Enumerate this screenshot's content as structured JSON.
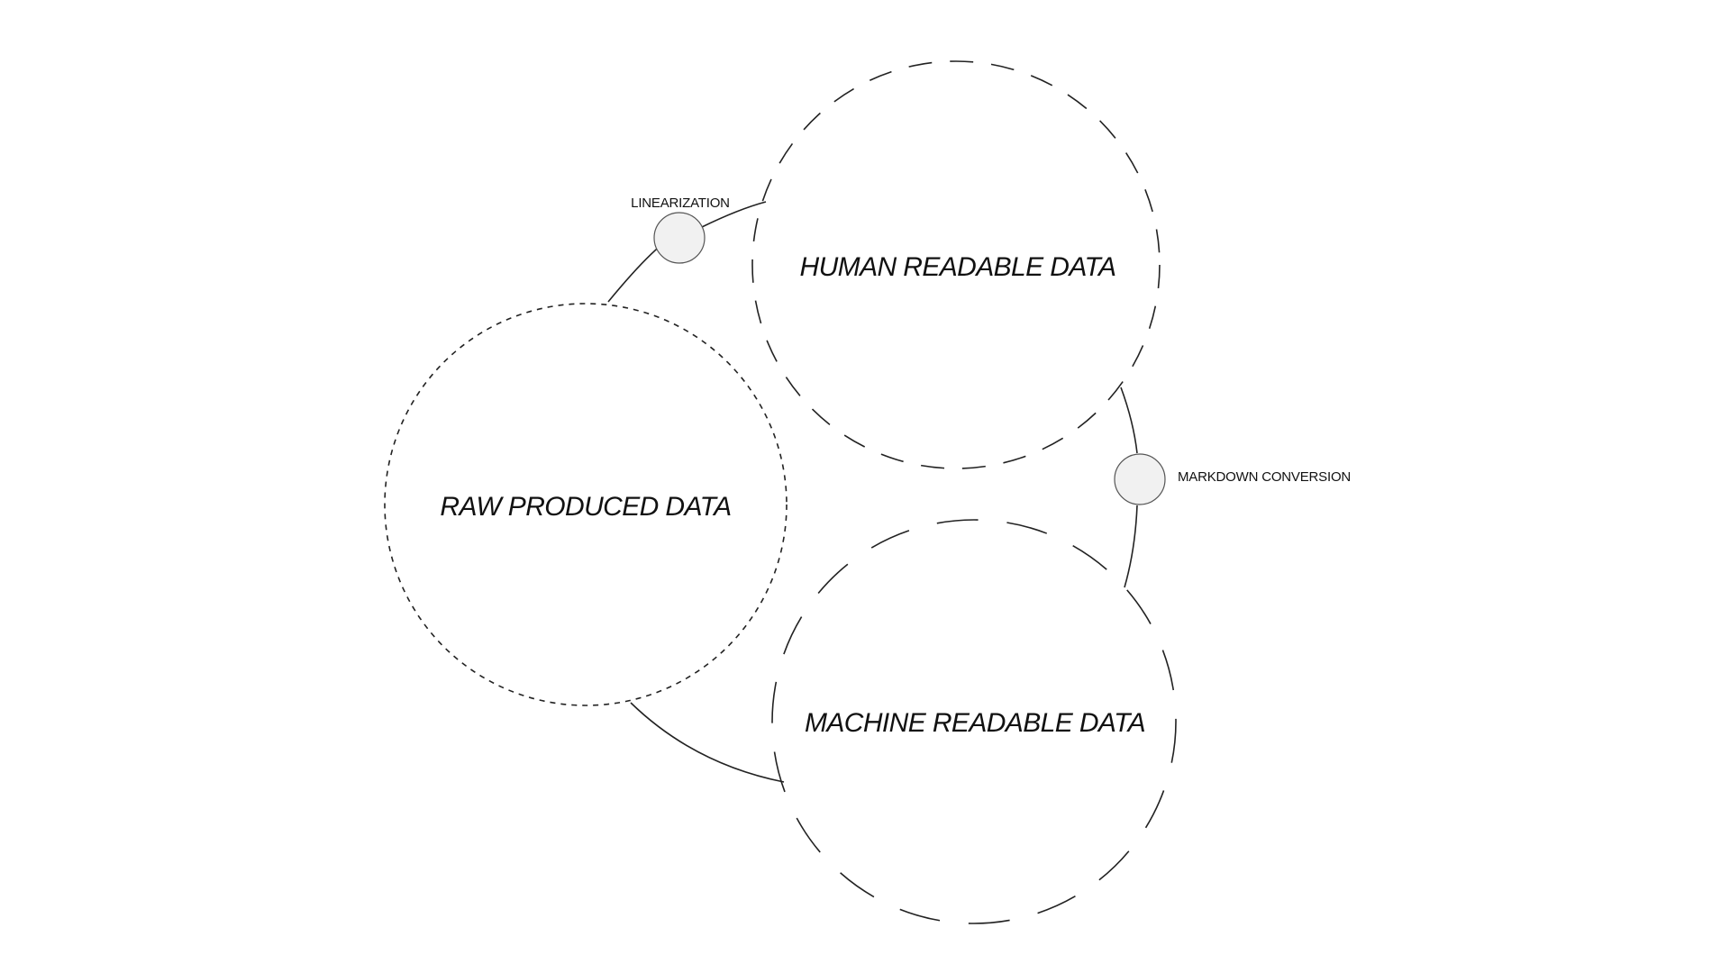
{
  "circles": {
    "raw": {
      "label": "RAW PRODUCED DATA"
    },
    "human": {
      "label": "HUMAN READABLE DATA"
    },
    "machine": {
      "label": "MACHINE READABLE DATA"
    }
  },
  "nodes": {
    "linearization": {
      "label": "LINEARIZATION"
    },
    "markdown": {
      "label": "MARKDOWN CONVERSION"
    }
  },
  "colors": {
    "stroke": "#222222",
    "node_fill": "#f1f1f1",
    "background": "#ffffff"
  }
}
